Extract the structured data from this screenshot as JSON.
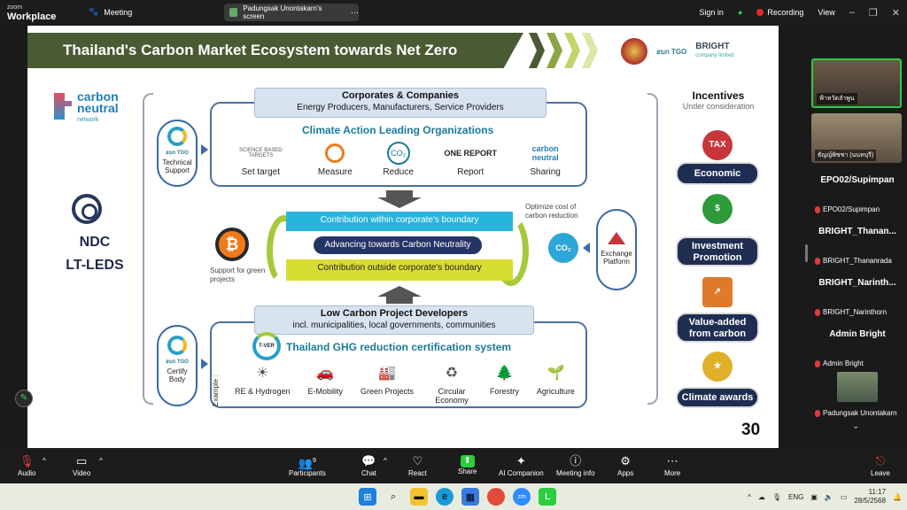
{
  "app": {
    "brand_line1": "zoom",
    "brand_line2": "Workplace",
    "meeting_label": "Meeting",
    "screen_share_label": "Padungsak Unontakarn's screen",
    "sign_in": "Sign in",
    "recording": "Recording",
    "view": "View"
  },
  "slide": {
    "title": "Thailand's Carbon Market Ecosystem towards Net Zero",
    "logos": {
      "ctgo": "อบก TGO",
      "bright": "BRIGHT",
      "bright_sub": "company limited"
    },
    "carbon_neutral": {
      "l1": "carbon",
      "l2": "neutral",
      "l3": "network"
    },
    "ndc": "NDC",
    "ltleds": "LT-LEDS",
    "tgo_side_1": {
      "logo": "อบก TGO",
      "label1": "Technical",
      "label2": "Support"
    },
    "tgo_side_2": {
      "logo": "อบก TGO",
      "label1": "Certify",
      "label2": "Body"
    },
    "corporates": {
      "title": "Corporates & Companies",
      "subtitle": "Energy Producers, Manufacturers, Service Providers",
      "heading": "Climate Action Leading Organizations",
      "items": [
        {
          "icon": "SCIENCE BASED TARGETS",
          "label": "Set target"
        },
        {
          "icon": "audio",
          "label": "Measure"
        },
        {
          "icon": "CO₂",
          "label": "Reduce"
        },
        {
          "icon": "ONE REPORT",
          "label": "Report"
        },
        {
          "icon": "carbon neutral",
          "label": "Sharing"
        }
      ]
    },
    "middle": {
      "within": "Contribution within corporate's boundary",
      "advancing": "Advancing towards Carbon Neutrality",
      "outside": "Contribution outside corporate's boundary",
      "support": "Support for green projects",
      "optimize": "Optimize cost of carbon reduction",
      "co2": "CO₂",
      "exchange1": "Exchange",
      "exchange2": "Platform"
    },
    "developers": {
      "title": "Low Carbon Project Developers",
      "subtitle": "incl. municipalities, local governments, communities",
      "tver": "T-VER",
      "heading": "Thailand GHG reduction certification system",
      "example": "Example :",
      "items": [
        {
          "label": "RE & Hydrogen"
        },
        {
          "label": "E-Mobility"
        },
        {
          "label": "Green Projects"
        },
        {
          "label": "Circular Economy"
        },
        {
          "label": "Forestry"
        },
        {
          "label": "Agriculture"
        }
      ]
    },
    "incentives": {
      "title": "Incentives",
      "subtitle": "Under consideration",
      "tax": "TAX",
      "items": [
        {
          "label": "Economic"
        },
        {
          "label": "Investment Promotion"
        },
        {
          "label": "Value-added from carbon"
        },
        {
          "label": "Climate awards"
        }
      ]
    },
    "page_number": "30"
  },
  "gallery": {
    "videos": [
      {
        "name": "ฟ้าหวัดลำพูน"
      },
      {
        "name": "ธัญญ์พิชชา (นนทบุรี)"
      }
    ],
    "tiles": [
      {
        "name": "EPO02/Supimpan",
        "mic": "EPO02/Supimpan"
      },
      {
        "name": "BRIGHT_Thanan...",
        "mic": "BRIGHT_Thananrada"
      },
      {
        "name": "BRIGHT_Narinth...",
        "mic": "BRIGHT_Narinthorn"
      },
      {
        "name": "Admin Bright",
        "mic": "Admin Bright"
      }
    ],
    "last_video": {
      "name": "Padungsak Unontakarn"
    }
  },
  "toolbar": {
    "audio": "Audio",
    "video": "Video",
    "participants": "Participants",
    "participants_count": "9",
    "chat": "Chat",
    "react": "React",
    "share": "Share",
    "ai": "AI Companion",
    "info": "Meeting info",
    "apps": "Apps",
    "more": "More",
    "leave": "Leave"
  },
  "taskbar": {
    "lang": "ENG",
    "time": "11:17",
    "date": "28/5/2568"
  }
}
